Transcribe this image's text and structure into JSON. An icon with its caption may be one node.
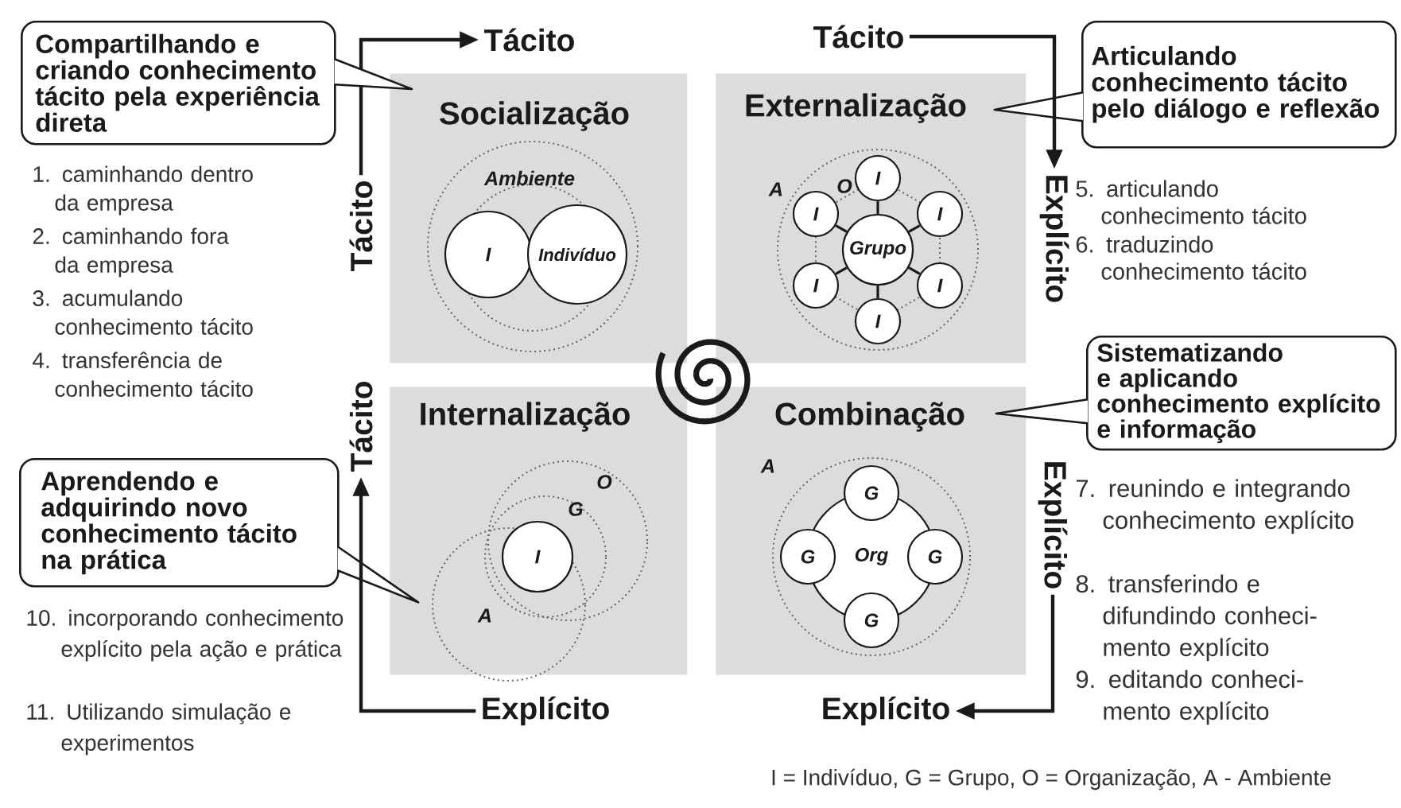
{
  "diagram": {
    "nodes": [
      {
        "text": [
          "Socialização"
        ]
      },
      {
        "text": [
          "Externalização"
        ]
      },
      {
        "text": [
          "Internalização"
        ]
      },
      {
        "text": [
          "Combinação"
        ]
      },
      {
        "text": [
          "Compartilhando e criando conhecimento tácito pela experiência direta"
        ]
      },
      {
        "text": [
          "Articulando conhecimento tácito pelo diálogo e reflexão"
        ]
      },
      {
        "text": [
          "Sistematizando e aplicando conhecimento explícito e informação"
        ]
      },
      {
        "text": [
          "Aprendendo e adquirindo novo conhecimento tácito na prática"
        ]
      },
      {
        "text": [
          "Tácito"
        ]
      },
      {
        "text": [
          "Tácito"
        ]
      },
      {
        "text": [
          "Explícito"
        ]
      },
      {
        "text": [
          "Explícito"
        ]
      },
      {
        "text": [
          "Explícito"
        ]
      },
      {
        "text": [
          "Explícito"
        ]
      },
      {
        "text": [
          "Tácito"
        ]
      },
      {
        "text": [
          "Tácito"
        ]
      },
      {
        "text": [
          "I"
        ],
        "in": 0
      },
      {
        "text": [
          "Indivíduo"
        ],
        "in": 0
      },
      {
        "text": [
          "Grupo"
        ],
        "in": 1
      },
      {
        "text": [
          "I"
        ],
        "in": 1
      },
      {
        "text": [
          "I"
        ],
        "in": 1
      },
      {
        "text": [
          "I"
        ],
        "in": 1
      },
      {
        "text": [
          "I"
        ],
        "in": 1
      },
      {
        "text": [
          "I"
        ],
        "in": 1
      },
      {
        "text": [
          "I"
        ],
        "in": 1
      },
      {
        "text": [
          "I"
        ],
        "in": 2
      },
      {
        "text": [
          "Org"
        ],
        "in": 3
      },
      {
        "text": [
          "G"
        ],
        "in": 3
      },
      {
        "text": [
          "G"
        ],
        "in": 3
      },
      {
        "text": [
          "G"
        ],
        "in": 3
      },
      {
        "text": [
          "G"
        ],
        "in": 3
      }
    ],
    "edges": [
      {
        "from": 15,
        "to": 8,
        "arrow": "to"
      },
      {
        "from": 9,
        "to": 10,
        "arrow": "to"
      },
      {
        "from": 11,
        "to": 12,
        "arrow": "to"
      },
      {
        "from": 13,
        "to": 14,
        "arrow": "to"
      },
      {
        "from": 4,
        "to": 0,
        "arrow": "none"
      },
      {
        "from": 5,
        "to": 1,
        "arrow": "none"
      },
      {
        "from": 6,
        "to": 3,
        "arrow": "none"
      },
      {
        "from": 7,
        "to": 2,
        "arrow": "none"
      },
      {
        "from": 18,
        "to": 19,
        "arrow": "none"
      },
      {
        "from": 18,
        "to": 20,
        "arrow": "none"
      },
      {
        "from": 18,
        "to": 21,
        "arrow": "none"
      },
      {
        "from": 18,
        "to": 22,
        "arrow": "none"
      },
      {
        "from": 18,
        "to": 23,
        "arrow": "none"
      },
      {
        "from": 18,
        "to": 24,
        "arrow": "none"
      }
    ],
    "labels": [
      "Ambiente",
      "A",
      "O",
      "1. caminhando dentro da empresa",
      "2. caminhando fora da empresa",
      "3. acumulando conhecimento tácito",
      "4. transferência de conhecimento tácito",
      "5. articulando conhecimento tácito",
      "6. traduzindo conhecimento tácito",
      "O",
      "G",
      "A",
      "A",
      "7. reunindo e integrando conhecimento explícito",
      "8. transferindo e difundindo conheci- mento explícito",
      "9. editando conheci- mento explícito",
      "10. incorporando conhecimento explícito pela ação e prática",
      "11. Utilizando simulação e experimentos",
      "I = Indivíduo, G = Grupo, O = Organização, A - Ambiente"
    ]
  }
}
